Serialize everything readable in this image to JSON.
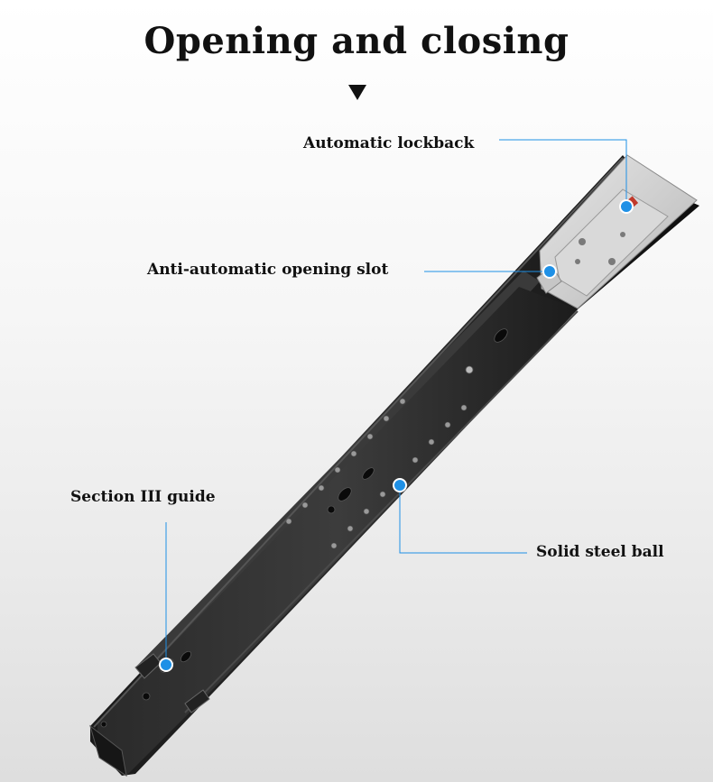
{
  "title": "Opening and closing",
  "arrow_icon": "down-triangle-icon",
  "accent_color": "#1e90e6",
  "callouts": {
    "lockback": "Automatic lockback",
    "slot": "Anti-automatic opening slot",
    "guide": "Section III guide",
    "ball": "Solid steel ball"
  }
}
